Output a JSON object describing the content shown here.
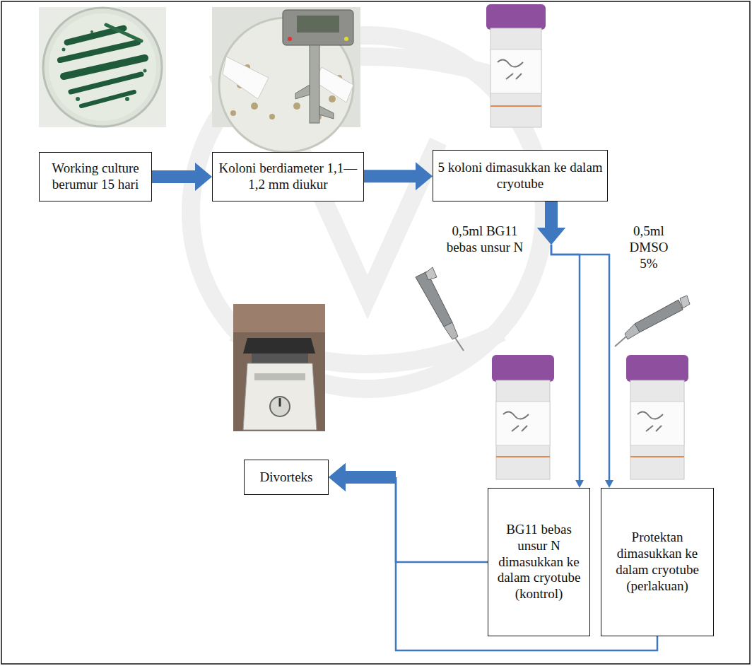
{
  "diagram": {
    "nodes": [
      {
        "text": [
          "Working culture berumur 15 hari"
        ]
      },
      {
        "text": [
          "Koloni berdiameter 1,1—1,2 mm diukur"
        ]
      },
      {
        "text": [
          "5 koloni dimasukkan ke dalam cryotube"
        ]
      },
      {
        "text": [
          "BG11 bebas unsur N dimasukkan ke dalam cryotube (kontrol)"
        ]
      },
      {
        "text": [
          "Protektan dimasukkan ke dalam cryotube (perlakuan)"
        ]
      },
      {
        "text": [
          "Divorteks"
        ]
      }
    ],
    "edges": [
      {
        "from": 0,
        "to": 1,
        "arrow": "to"
      },
      {
        "from": 1,
        "to": 2,
        "arrow": "to"
      },
      {
        "from": 2,
        "to": 3,
        "arrow": "to"
      },
      {
        "from": 2,
        "to": 4,
        "arrow": "to"
      },
      {
        "from": 3,
        "to": 5,
        "arrow": "to"
      },
      {
        "from": 4,
        "to": 5,
        "arrow": "to"
      }
    ],
    "labels": [
      "0,5ml BG11 bebas unsur N",
      "0,5ml DMSO 5%"
    ]
  }
}
